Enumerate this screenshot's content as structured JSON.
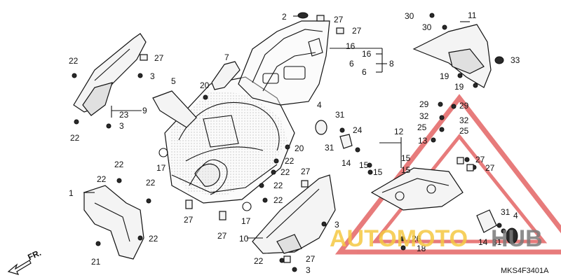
{
  "diagram_code": "MKS4F3401A",
  "direction_label": "FR.",
  "watermark": {
    "text_a": "AUTOMOTO",
    "text_b": "HUB",
    "color_a": "#f5c842",
    "color_b": "#7a7a7a",
    "triangle_color": "#e05050"
  },
  "callouts": {
    "c1": "1",
    "c2": "2",
    "c3a": "3",
    "c3b": "3",
    "c3c": "3",
    "c3d": "3",
    "c4a": "4",
    "c4b": "4",
    "c5": "5",
    "c6a": "6",
    "c6b": "6",
    "c7": "7",
    "c8": "8",
    "c9": "9",
    "c10": "10",
    "c11": "11",
    "c12": "12",
    "c13": "13",
    "c14a": "14",
    "c14b": "14",
    "c15a": "15",
    "c15b": "15",
    "c15c": "15",
    "c15d": "15",
    "c16a": "16",
    "c16b": "16",
    "c17a": "17",
    "c17b": "17",
    "c18": "18",
    "c19a": "19",
    "c19b": "19",
    "c20a": "20",
    "c20b": "20",
    "c21": "21",
    "c22a": "22",
    "c22b": "22",
    "c22c": "22",
    "c22d": "22",
    "c22e": "22",
    "c22f": "22",
    "c22g": "22",
    "c22h": "22",
    "c22i": "22",
    "c22j": "22",
    "c22k": "22",
    "c23": "23",
    "c24": "24",
    "c25a": "25",
    "c25b": "25",
    "c26": "26",
    "c27a": "27",
    "c27b": "27",
    "c27c": "27",
    "c27d": "27",
    "c27e": "27",
    "c27f": "27",
    "c27g": "27",
    "c27h": "27",
    "c27i": "27",
    "c29a": "29",
    "c29b": "29",
    "c30a": "30",
    "c30b": "30",
    "c31a": "31",
    "c31b": "31",
    "c31c": "31",
    "c31d": "31",
    "c32a": "32",
    "c32b": "32",
    "c33": "33"
  }
}
